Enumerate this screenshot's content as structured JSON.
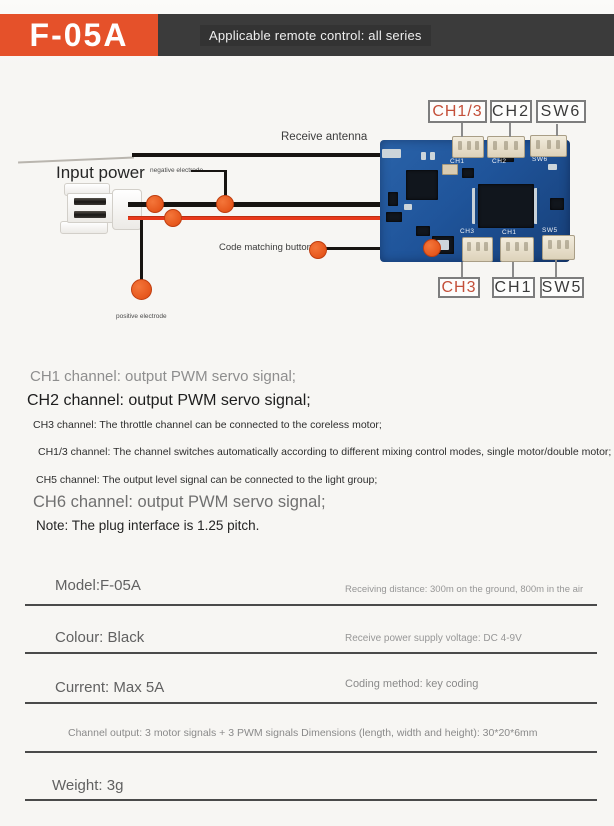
{
  "header": {
    "model": "F-05A",
    "subtitle": "Applicable remote control: all series",
    "accent_color": "#e5512a",
    "bar_color": "#3b3b3b"
  },
  "diagram": {
    "labels": {
      "receive_antenna": "Receive antenna",
      "input_power": "Input power",
      "negative_electrode": "negative electrode",
      "positive_electrode": "positive electrode",
      "code_matching_button": "Code matching button"
    },
    "port_labels_top": [
      "CH1/3",
      "CH2",
      "SW6"
    ],
    "port_labels_bottom": [
      "CH3",
      "CH1",
      "SW5"
    ],
    "silkscreen_top": [
      "CH1",
      "CH2",
      "SW6"
    ],
    "silkscreen_bottom": [
      "CH3",
      "CH1",
      "SW5"
    ],
    "colors": {
      "pcb_blue": "#1f549a",
      "wire_negative": "#171411",
      "wire_positive": "#e8391b",
      "junction_dot": "#e04a10",
      "port_label_red": "#c4503a"
    }
  },
  "channel_notes": [
    {
      "text": "CH1 channel: output PWM servo signal;"
    },
    {
      "text": "CH2 channel: output PWM servo signal;"
    },
    {
      "text": "CH3 channel: The throttle channel can be connected to the coreless motor;"
    },
    {
      "text": "CH1/3 channel: The channel switches automatically according to different mixing control modes, single motor/double motor;"
    },
    {
      "text": "CH5 channel: The output level signal can be connected to the light group;"
    },
    {
      "text": "CH6 channel: output PWM servo signal;"
    },
    {
      "text": "Note: The plug interface is 1.25 pitch."
    }
  ],
  "specs": {
    "rows": [
      {
        "left": "Model:F-05A",
        "right": "Receiving distance: 300m on the ground, 800m in the air"
      },
      {
        "left": "Colour: Black",
        "right": "Receive power supply voltage: DC 4-9V"
      },
      {
        "left": "Current: Max 5A",
        "right": "Coding method: key coding"
      },
      {
        "center": "Channel output: 3 motor signals + 3 PWM signals Dimensions (length, width and height): 30*20*6mm"
      },
      {
        "left": "Weight: 3g"
      }
    ]
  }
}
